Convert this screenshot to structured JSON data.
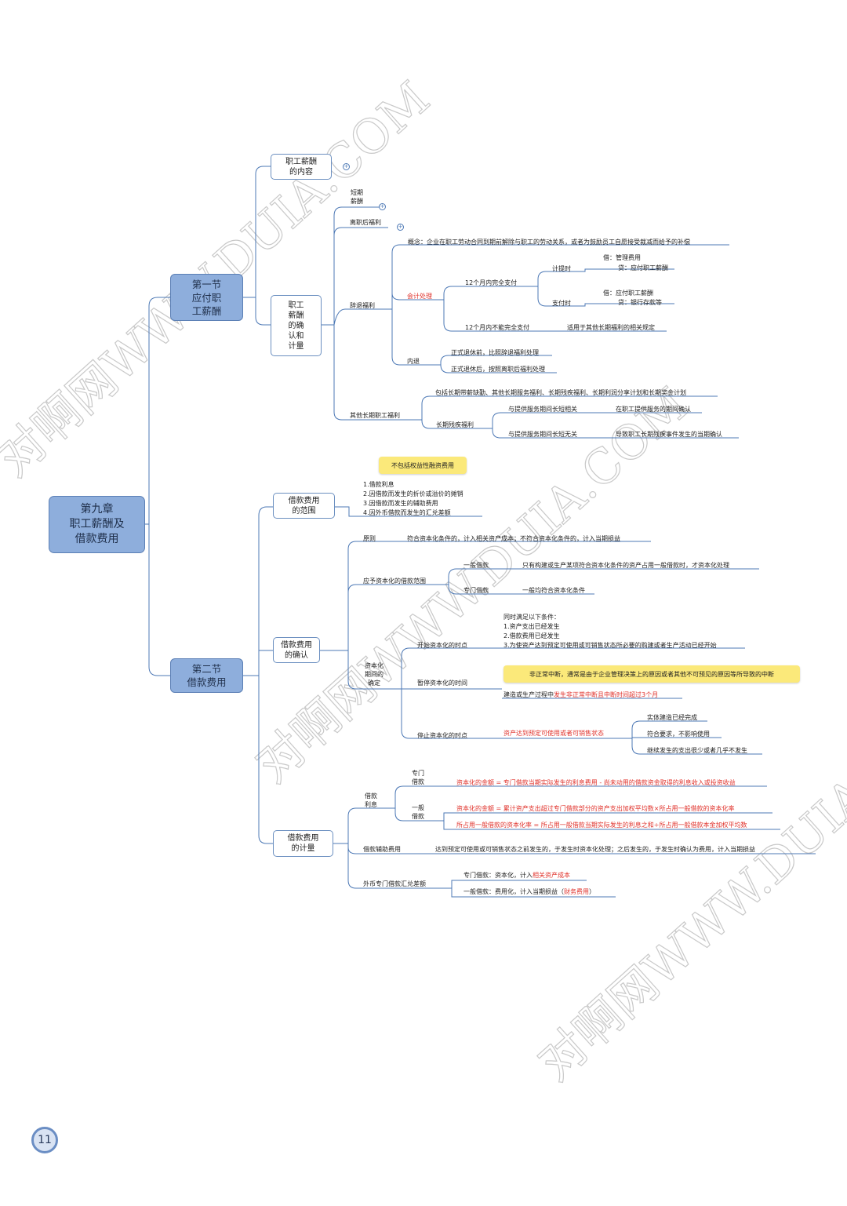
{
  "watermark": "对啊网WWW.DUIA.COM",
  "page_number": "11",
  "root": "第九章\n职工薪酬及\n借款费用",
  "sec1": "第一节\n应付职\n工薪酬",
  "sec2": "第二节\n借款费用",
  "s1": {
    "content": "职工薪酬\n的内容",
    "recog": "职工\n薪酬\n的确\n认和\n计量",
    "short": "短期\n薪酬",
    "post": "离职后福利",
    "dismiss": "辞退福利",
    "concept": "概念：企业在职工劳动合同到期前解除与职工的劳动关系，或者为鼓励员工自愿接受裁减而给予的补偿",
    "acct": "会计处理",
    "in12": "12个月内完全支付",
    "accrue": "计提时",
    "accrue_dr": "借：管理费用",
    "accrue_cr": "贷：应付职工薪酬",
    "pay": "支付时",
    "pay_dr": "借：应付职工薪酬",
    "pay_cr": "贷：银行存款等",
    "notin12": "12个月内不能完全支付",
    "notin12_rule": "适用于其他长期福利的相关规定",
    "inner": "内退",
    "inner_before": "正式退休前，比照辞退福利处理",
    "inner_after": "正式退休后，按照离职后福利处理",
    "other": "其他长期职工福利",
    "other_incl": "包括长期带薪缺勤、其他长期服务福利、长期残疾福利、长期利润分享计划和长期奖金计划",
    "disab": "长期残疾福利",
    "disab_rel": "与提供服务期间长短相关",
    "disab_rel_r": "在职工提供服务的期间确认",
    "disab_unrel": "与提供服务期间长短无关",
    "disab_unrel_r": "导致职工长期残疾事件发生的当期确认"
  },
  "s2": {
    "scope": "借款费用\n的范围",
    "scope_note": "不包括权益性融资费用",
    "scope_items": [
      "1.借款利息",
      "2.因借款而发生的折价或溢价的摊销",
      "3.因借款而发生的辅助费用",
      "4.因外币借款而发生的汇兑差额"
    ],
    "confirm": "借款费用\n的确认",
    "principle": "原则",
    "principle_t": "符合资本化条件的，计入相关资产成本；不符合资本化条件的，计入当期损益",
    "cap_scope": "应予资本化的借款范围",
    "general": "一般借款",
    "general_t": "只有构建或生产某项符合资本化条件的资产占用一般借款时，才资本化处理",
    "special": "专门借款",
    "special_t": "一般均符合资本化条件",
    "period": "资本化\n期间的\n确定",
    "start": "开始资本化的时点",
    "start_cond": [
      "同时满足以下条件：",
      "1.资产支出已经发生",
      "2.借款费用已经发生",
      "3.为使资产达到预定可使用或可销售状态所必要的购建或者生产活动已经开始"
    ],
    "pause": "暂停资本化的时间",
    "pause_note": "非正常中断，通常是由于企业管理决策上的原因或者其他不可预见的原因等所导致的中断",
    "pause_t1": "建造或生产过程中",
    "pause_t2": "发生非正常中断且中断时间超过3个月",
    "stop": "停止资本化的时点",
    "stop_t": "资产达到预定可使用或者可销售状态",
    "stop_items": [
      "实体建造已经完成",
      "符合要求，不影响使用",
      "继续发生的支出很少或者几乎不发生"
    ],
    "measure": "借款费用\n的计量",
    "interest": "借款\n利息",
    "sp": "专门\n借款",
    "sp_t": "资本化的金额 = 专门借款当期实际发生的利息费用 - 尚未动用的借款资金取得的利息收入或投资收益",
    "gn": "一般\n借款",
    "gn_t1": "资本化的金额 = 累计资产支出超过专门借款部分的资产支出加权平均数×所占用一般借款的资本化率",
    "gn_t2": "所占用一般借款的资本化率 = 所占用一般借款当期实际发生的利息之和÷所占用一般借款本金加权平均数",
    "aux": "借款辅助费用",
    "aux_t": "达到预定可使用或可销售状态之前发生的，于发生时资本化处理；之后发生的，于发生时确认为费用，计入当期损益",
    "fx": "外币专门借款汇兑差额",
    "fx_sp1": "专门借款：资本化，计入",
    "fx_sp2": "相关资产成本",
    "fx_gn1": "一般借款：费用化，计入当期损益（",
    "fx_gn2": "财务费用",
    "fx_gn3": "）"
  },
  "colors": {
    "node_fill": "#8eaedc",
    "line": "#4c78b5",
    "highlight": "#fbe97a",
    "red": "#e0322b"
  }
}
